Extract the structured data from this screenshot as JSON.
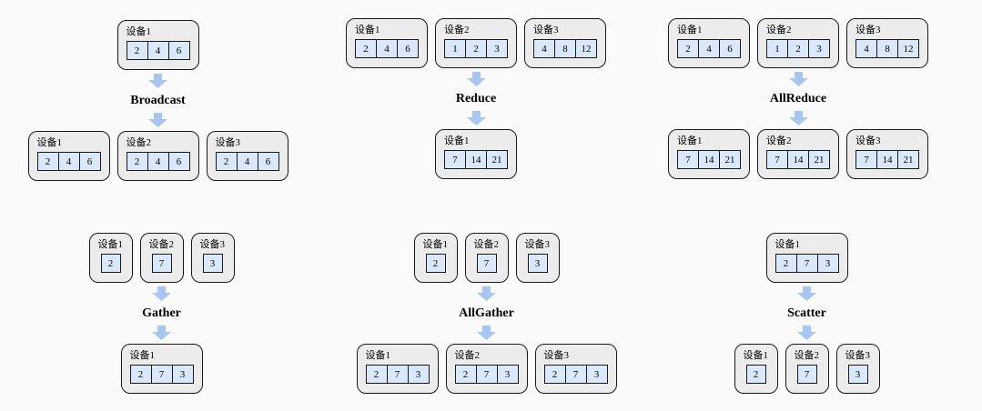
{
  "colors": {
    "page_bg": "#fafafa",
    "box_fill": "#ececec",
    "box_border": "#1a1a1a",
    "cell_fill": "#dae8fc",
    "cell_border": "#1a1a1a",
    "arrow_fill": "#a9c6f0",
    "text": "#000000"
  },
  "panels": [
    {
      "id": "broadcast",
      "label": "Broadcast",
      "sources": [
        {
          "name": "设备1",
          "values": [
            "2",
            "4",
            "6"
          ]
        }
      ],
      "targets": [
        {
          "name": "设备1",
          "values": [
            "2",
            "4",
            "6"
          ]
        },
        {
          "name": "设备2",
          "values": [
            "2",
            "4",
            "6"
          ]
        },
        {
          "name": "设备3",
          "values": [
            "2",
            "4",
            "6"
          ]
        }
      ]
    },
    {
      "id": "reduce",
      "label": "Reduce",
      "sources": [
        {
          "name": "设备1",
          "values": [
            "2",
            "4",
            "6"
          ]
        },
        {
          "name": "设备2",
          "values": [
            "1",
            "2",
            "3"
          ]
        },
        {
          "name": "设备3",
          "values": [
            "4",
            "8",
            "12"
          ]
        }
      ],
      "targets": [
        {
          "name": "设备1",
          "values": [
            "7",
            "14",
            "21"
          ]
        }
      ]
    },
    {
      "id": "allreduce",
      "label": "AllReduce",
      "sources": [
        {
          "name": "设备1",
          "values": [
            "2",
            "4",
            "6"
          ]
        },
        {
          "name": "设备2",
          "values": [
            "1",
            "2",
            "3"
          ]
        },
        {
          "name": "设备3",
          "values": [
            "4",
            "8",
            "12"
          ]
        }
      ],
      "targets": [
        {
          "name": "设备1",
          "values": [
            "7",
            "14",
            "21"
          ]
        },
        {
          "name": "设备2",
          "values": [
            "7",
            "14",
            "21"
          ]
        },
        {
          "name": "设备3",
          "values": [
            "7",
            "14",
            "21"
          ]
        }
      ]
    },
    {
      "id": "gather",
      "label": "Gather",
      "sources": [
        {
          "name": "设备1",
          "values": [
            "2"
          ]
        },
        {
          "name": "设备2",
          "values": [
            "7"
          ]
        },
        {
          "name": "设备3",
          "values": [
            "3"
          ]
        }
      ],
      "targets": [
        {
          "name": "设备1",
          "values": [
            "2",
            "7",
            "3"
          ]
        }
      ]
    },
    {
      "id": "allgather",
      "label": "AllGather",
      "sources": [
        {
          "name": "设备1",
          "values": [
            "2"
          ]
        },
        {
          "name": "设备2",
          "values": [
            "7"
          ]
        },
        {
          "name": "设备3",
          "values": [
            "3"
          ]
        }
      ],
      "targets": [
        {
          "name": "设备1",
          "values": [
            "2",
            "7",
            "3"
          ]
        },
        {
          "name": "设备2",
          "values": [
            "2",
            "7",
            "3"
          ]
        },
        {
          "name": "设备3",
          "values": [
            "2",
            "7",
            "3"
          ]
        }
      ]
    },
    {
      "id": "scatter",
      "label": "Scatter",
      "sources": [
        {
          "name": "设备1",
          "values": [
            "2",
            "7",
            "3"
          ]
        }
      ],
      "targets": [
        {
          "name": "设备1",
          "values": [
            "2"
          ]
        },
        {
          "name": "设备2",
          "values": [
            "7"
          ]
        },
        {
          "name": "设备3",
          "values": [
            "3"
          ]
        }
      ]
    }
  ]
}
